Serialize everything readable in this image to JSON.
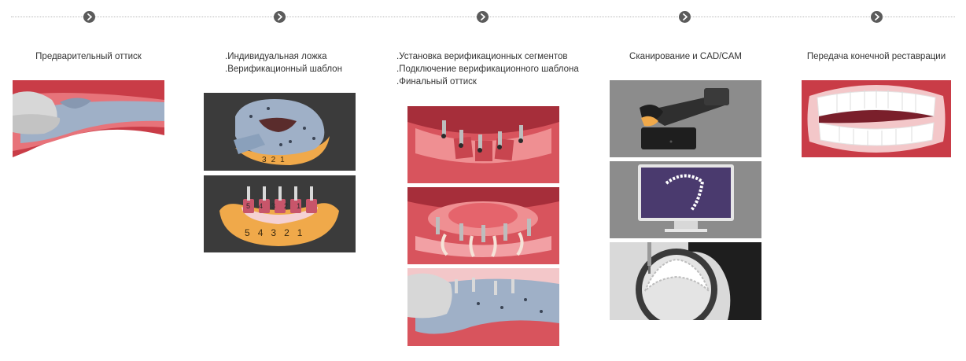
{
  "colors": {
    "gum": "#d8545d",
    "gum_light": "#ef8f92",
    "lip_dark": "#a62e3a",
    "tray_blue": "#9fb0c7",
    "tray_orange": "#f0a94a",
    "dark_bg": "#3b3b3b",
    "grey_bg": "#8c8c8c",
    "timeline_dot": "#5b5b5b"
  },
  "timeline": {
    "step_icon": "chevron-right-icon",
    "steps": 5
  },
  "steps": [
    {
      "lines": [
        "Предварительный оттиск"
      ],
      "images": [
        "preliminary-impression-image"
      ]
    },
    {
      "lines": [
        ".Индивидуальная ложка",
        ".Верификационный шаблон"
      ],
      "images": [
        "custom-tray-image",
        "verification-template-image"
      ],
      "tray_digits": [
        "3",
        "2",
        "1"
      ],
      "template_digits": [
        "5",
        "4",
        "3",
        "2",
        "1"
      ],
      "segment_digits": [
        "5",
        "4",
        "3",
        "2",
        "1"
      ]
    },
    {
      "lines": [
        ".Установка верификационных сегментов",
        ".Подключение верификационного шаблона",
        ".Финальный оттиск"
      ],
      "images": [
        "verification-segments-image",
        "template-connection-image",
        "final-impression-image"
      ]
    },
    {
      "lines": [
        "Сканирование и CAD/CAM"
      ],
      "images": [
        "scanner-image",
        "cad-monitor-image",
        "milling-machine-image"
      ]
    },
    {
      "lines": [
        "Передача конечной реставрации"
      ],
      "images": [
        "final-restoration-image"
      ]
    }
  ]
}
